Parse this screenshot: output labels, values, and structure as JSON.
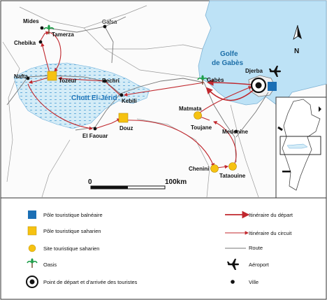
{
  "map": {
    "sea_label_line1": "Golfe",
    "sea_label_line2": "de Gabès",
    "chott_label": "Chott El-Jérid",
    "north_label": "N",
    "scale_start": "0",
    "scale_end": "100km",
    "places": {
      "mides": "Mides",
      "tamerza": "Tamerza",
      "chebika": "Chebika",
      "gafsa": "Gafsa",
      "nafta": "Nafta",
      "tozeur": "Tozeur",
      "bechri": "Bechri",
      "kebili": "Kebili",
      "el_faouar": "El Faouar",
      "douz": "Douz",
      "gabes": "Gabès",
      "djerba": "Djerba",
      "matmata": "Matmata",
      "toujane": "Toujane",
      "medenine": "Medenine",
      "chenini": "Chenini",
      "tataouine": "Tataouine"
    },
    "colors": {
      "sea": "#bde2f6",
      "chott_fill": "#d4ecf7",
      "chott_dots": "#5aa7d8",
      "route_red": "#c0272d",
      "yellow": "#f6c211",
      "blue": "#1b6fb5",
      "road": "#777777"
    }
  },
  "legend": {
    "balneaire": "Pôle touristique balnéaire",
    "saharien": "Pôle touristique saharien",
    "site": "Site touristique saharien",
    "oasis": "Oasis",
    "depart": "Point de départ et d'arrivée des touristes",
    "itin_depart": "Itinéraire  du départ",
    "itin_circuit": "Itinéraire  du circuit",
    "route": "Route",
    "aeroport": "Aéroport",
    "ville": "Ville"
  }
}
